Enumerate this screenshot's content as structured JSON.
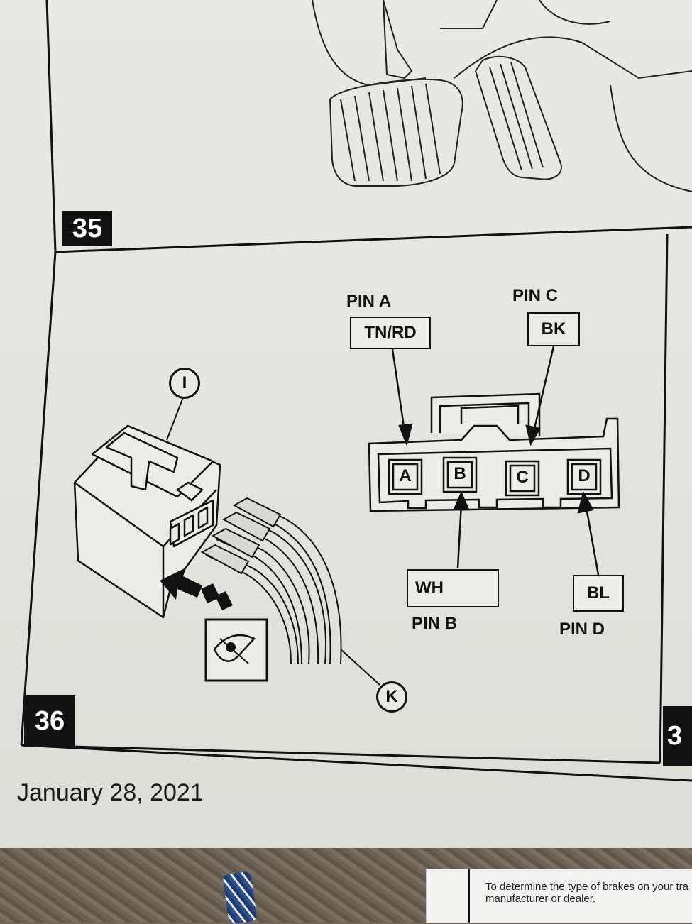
{
  "steps": {
    "step35": "35",
    "step36": "36",
    "step37_partial": "3"
  },
  "diagram": {
    "callout_connector": "I",
    "callout_wires": "K",
    "eye_icon": "inspect-eye-icon",
    "pins": {
      "a": {
        "pin_label": "PIN A",
        "wire_color": "TN/RD",
        "letter": "A"
      },
      "b": {
        "pin_label": "PIN B",
        "wire_color": "WH",
        "letter": "B"
      },
      "c": {
        "pin_label": "PIN C",
        "wire_color": "BK",
        "letter": "C"
      },
      "d": {
        "pin_label": "PIN D",
        "wire_color": "BL",
        "letter": "D"
      }
    }
  },
  "footer": {
    "date": "January 28, 2021"
  },
  "next_sheet": {
    "line1": "To determine the type of brakes on your tra",
    "line2": "manufacturer or dealer."
  }
}
